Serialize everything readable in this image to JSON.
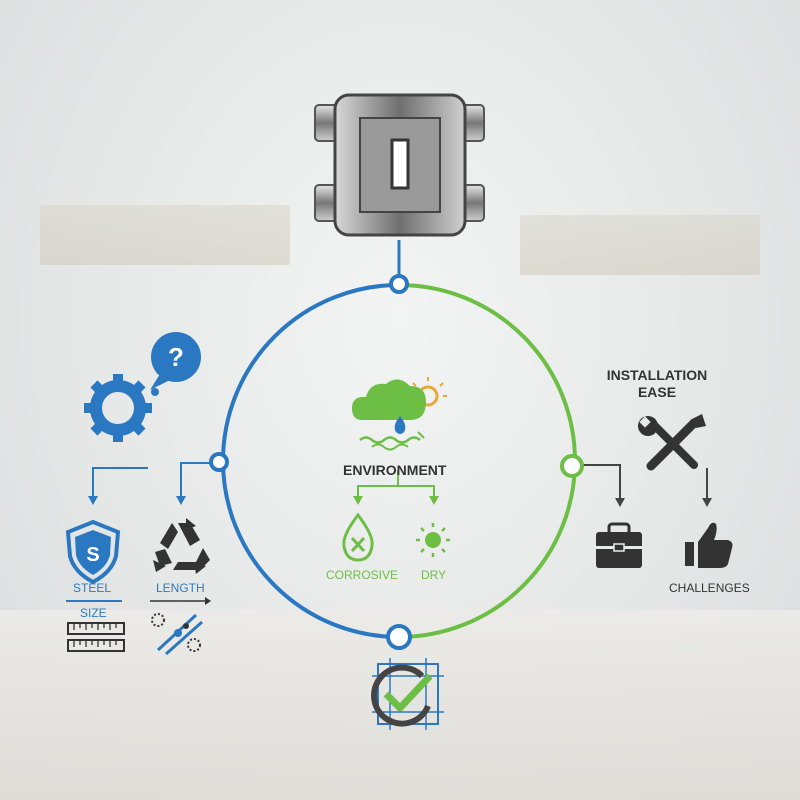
{
  "center": {
    "title": "ENVIRONMENT"
  },
  "env_options": [
    {
      "label": "CORROSIVE",
      "icon": "corrosion-drop-icon"
    },
    {
      "label": "DRY",
      "icon": "sun-icon"
    }
  ],
  "left": {
    "steel": "STEEL",
    "length": "LENGTH",
    "size": "SIZE"
  },
  "right": {
    "title": "INSTALLATION EASE",
    "challenges": "CHALLENGES"
  },
  "colors": {
    "blue": "#2b78c2",
    "green": "#6cbf44",
    "dark": "#3a3a3a"
  },
  "icons": [
    "pipe-fitting-icon",
    "gear-question-icon",
    "shield-s-icon",
    "recycle-icon",
    "ruler-icon",
    "measure-icon",
    "wrench-screwdriver-icon",
    "toolbox-icon",
    "thumbs-up-icon",
    "blueprint-check-icon",
    "weather-cloud-icon"
  ]
}
